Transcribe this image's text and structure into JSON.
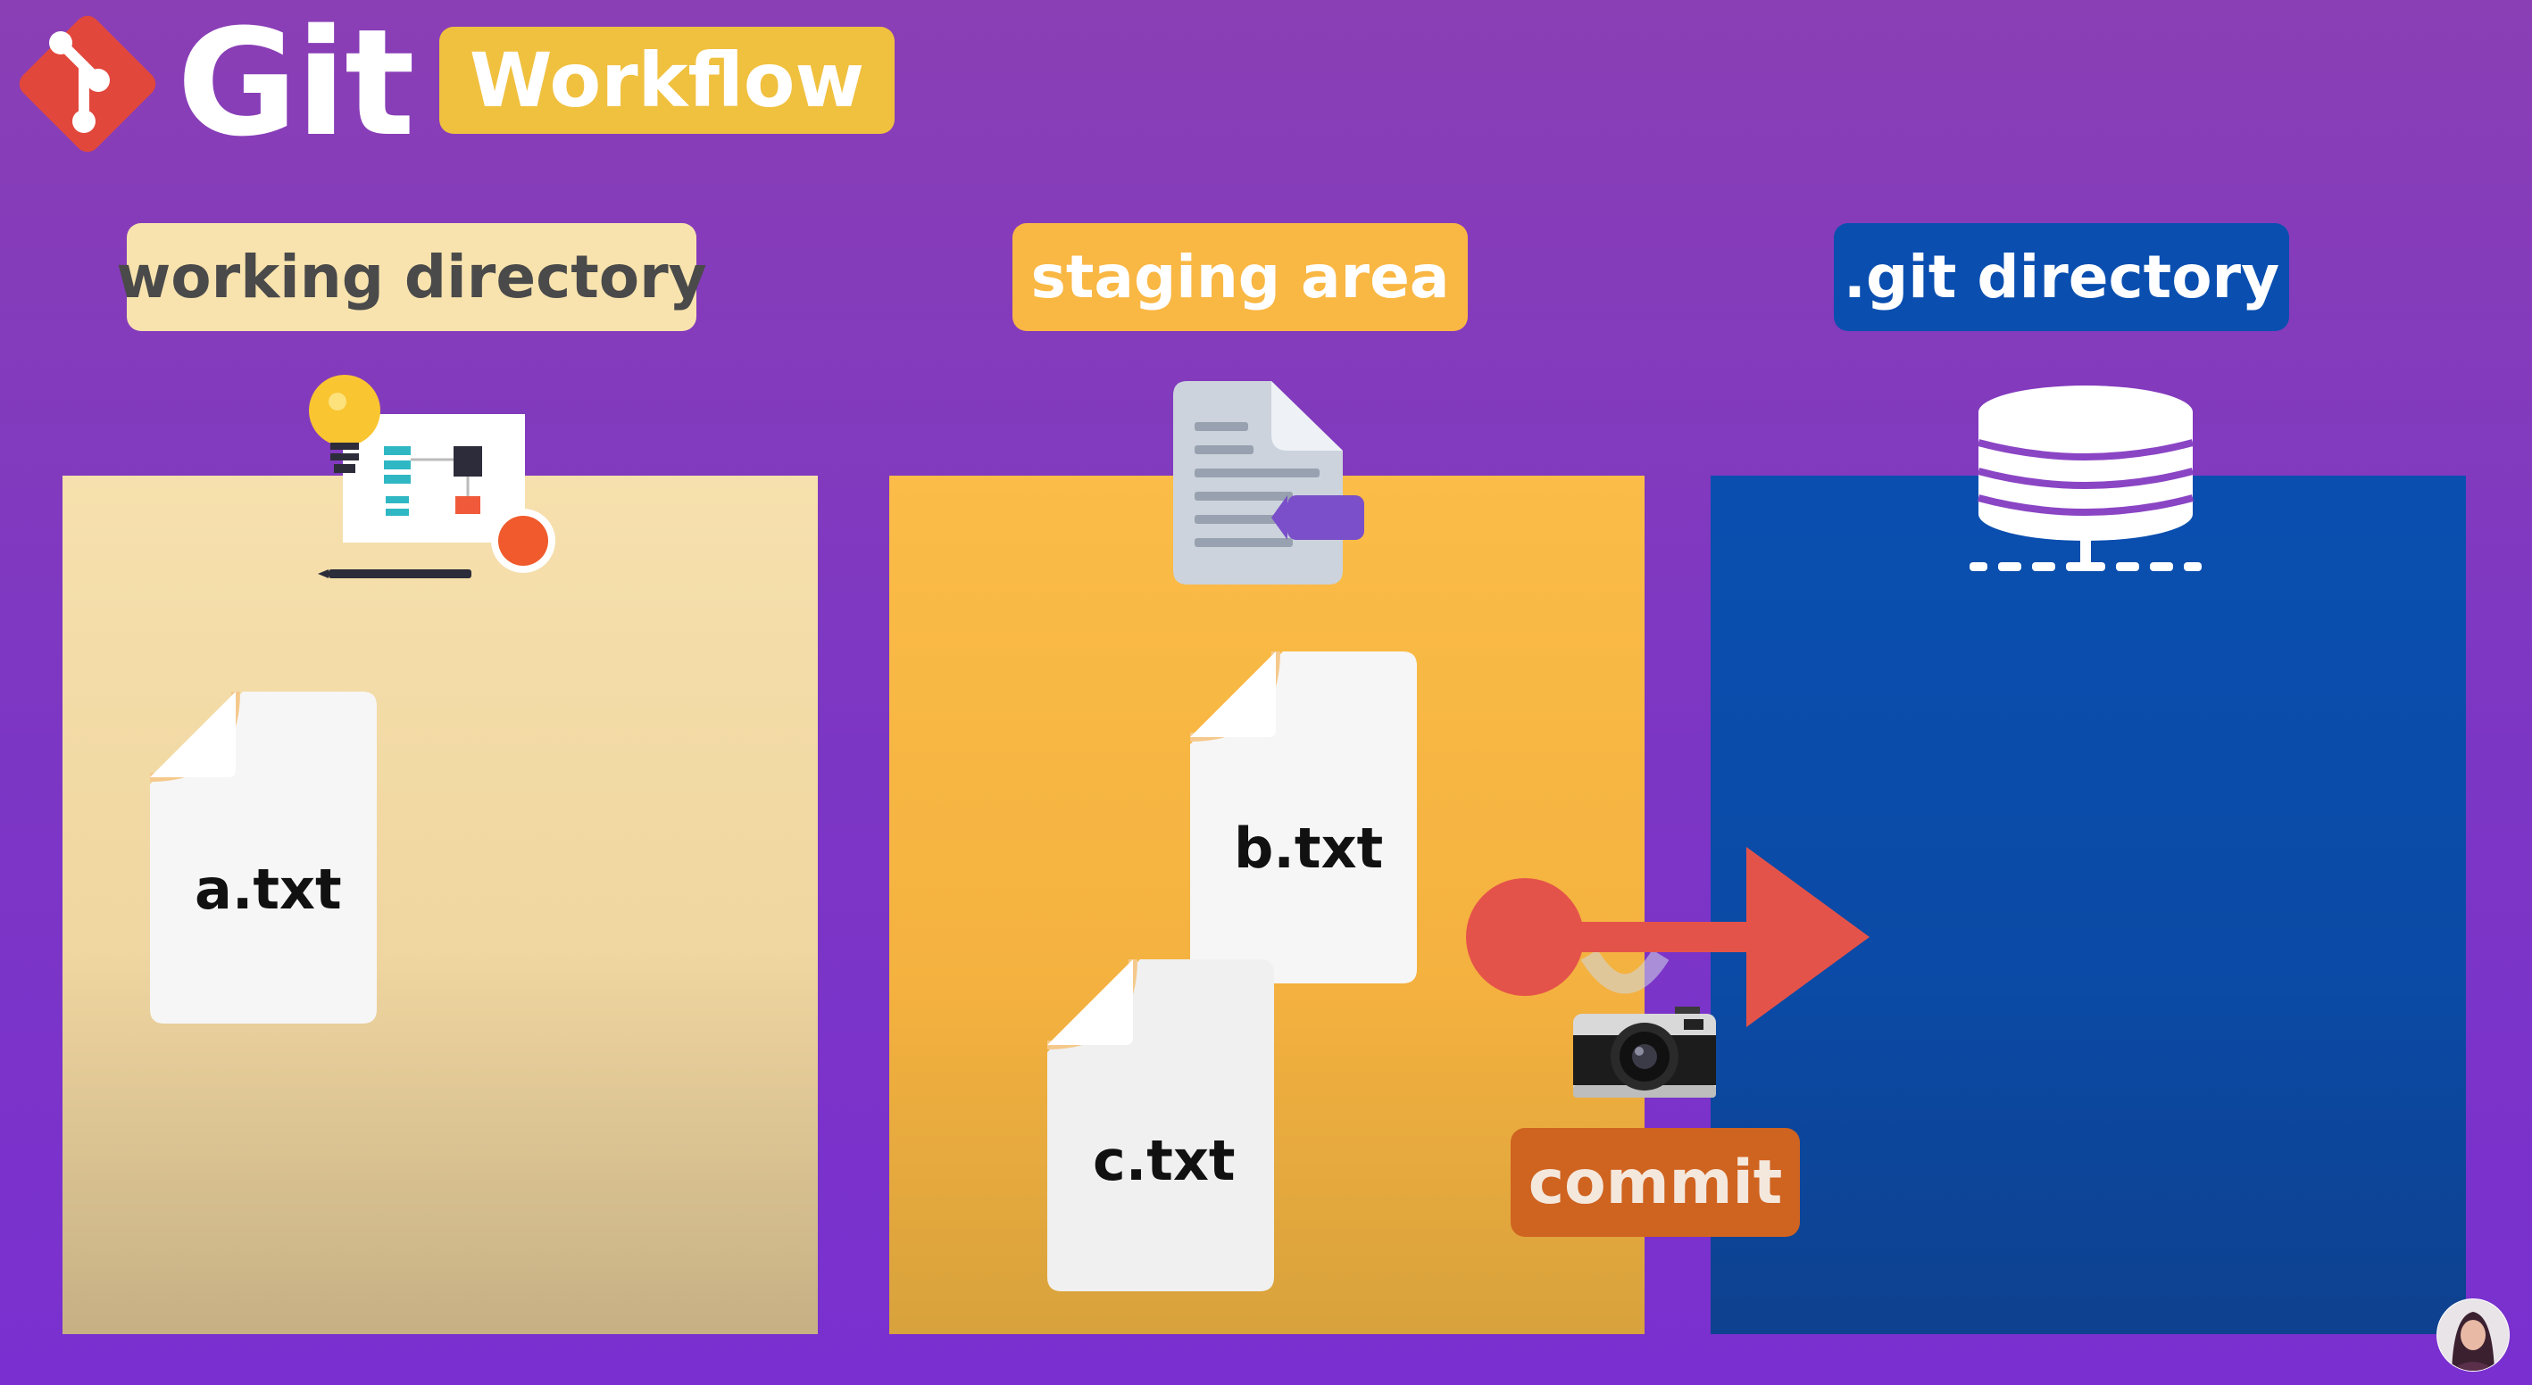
{
  "header": {
    "logo_text": "Git",
    "tag": "Workflow"
  },
  "areas": [
    {
      "label": "working directory",
      "color": "#f5dfac"
    },
    {
      "label": "staging area",
      "color": "#f9b744"
    },
    {
      "label": ".git directory",
      "color": "#0a4fb0"
    }
  ],
  "files": {
    "working": [
      "a.txt"
    ],
    "staging": [
      "b.txt",
      "c.txt"
    ]
  },
  "action": {
    "label": "commit"
  },
  "colors": {
    "git_logo": "#e2473c",
    "tag_bg": "#f0c03f",
    "commit_bg": "#cf6320",
    "arrow": "#e4534a"
  }
}
